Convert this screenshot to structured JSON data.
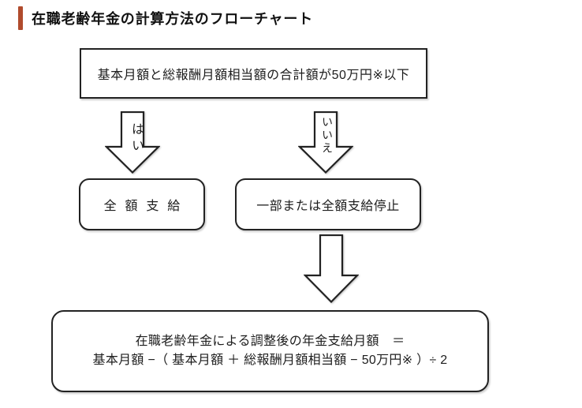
{
  "title": {
    "text": "在職老齢年金の計算方法のフローチャート",
    "accent_color": "#b04b2d"
  },
  "flowchart": {
    "condition_box": "基本月額と総報酬月額相当額の合計額が50万円※以下",
    "branch_yes": {
      "label": "はい",
      "result": "全額支給"
    },
    "branch_no": {
      "label": "いいえ",
      "result": "一部または全額支給停止"
    },
    "formula_box": {
      "line1": "在職老齢年金による調整後の年金支給月額　＝",
      "line2": "基本月額 −（ 基本月額 ＋ 総報酬月額相当額 − 50万円※ ）÷ 2"
    },
    "border_color": "#222222"
  }
}
